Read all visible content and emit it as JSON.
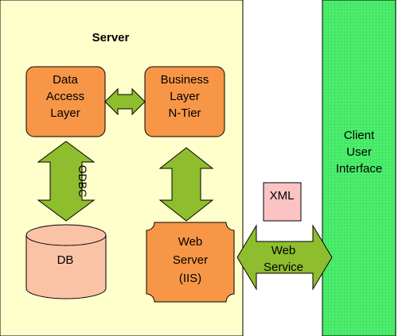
{
  "server_panel": {
    "title": "Server"
  },
  "client_panel": {
    "line1": "Client",
    "line2": "User",
    "line3": "Interface"
  },
  "components": {
    "data_access": {
      "line1": "Data",
      "line2": "Access",
      "line3": "Layer"
    },
    "business": {
      "line1": "Business",
      "line2": "Layer",
      "line3": "N-Tier"
    },
    "db": {
      "label": "DB"
    },
    "web_server": {
      "line1": "Web",
      "line2": "Server",
      "line3": "(IIS)"
    },
    "xml": {
      "label": "XML"
    }
  },
  "connectors": {
    "odbc": {
      "label": "ODBC"
    },
    "web_service": {
      "line1": "Web",
      "line2": "Service"
    }
  },
  "colors": {
    "server_fill": "#ffffcc",
    "client_fill": "#4dee6e",
    "component_fill": "#f79646",
    "arrow_fill": "#8ebd2e",
    "db_fill": "#fbc3a6",
    "xml_fill": "#fbc3c3"
  }
}
